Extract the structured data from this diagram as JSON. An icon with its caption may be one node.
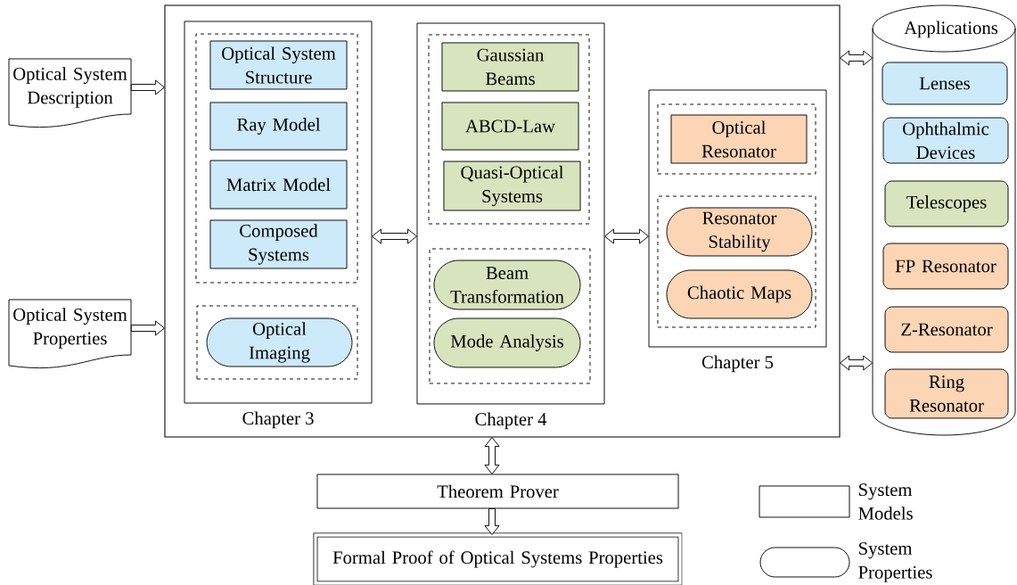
{
  "diagram": {
    "nodes": [
      {
        "text": [
          "Optical System Description"
        ]
      },
      {
        "text": [
          "Optical System Properties"
        ]
      },
      {
        "text": [],
        "shape": "box"
      },
      {
        "text": [
          "Chapter 3"
        ],
        "in": 2
      },
      {
        "text": [],
        "shape": "box",
        "in": 3
      },
      {
        "text": [
          "Optical System Structure"
        ],
        "in": 4
      },
      {
        "text": [
          "Ray Model"
        ],
        "in": 4
      },
      {
        "text": [
          "Matrix Model"
        ],
        "in": 4
      },
      {
        "text": [
          "Composed Systems"
        ],
        "in": 4
      },
      {
        "text": [],
        "shape": "box",
        "in": 3
      },
      {
        "text": [
          "Optical Imaging"
        ],
        "in": 9
      },
      {
        "text": [
          "Chapter 4"
        ],
        "in": 2
      },
      {
        "text": [],
        "shape": "box",
        "in": 11
      },
      {
        "text": [
          "Gaussian Beams"
        ],
        "in": 12
      },
      {
        "text": [
          "ABCD-Law"
        ],
        "in": 12
      },
      {
        "text": [
          "Quasi-Optical Systems"
        ],
        "in": 12
      },
      {
        "text": [],
        "shape": "box",
        "in": 11
      },
      {
        "text": [
          "Beam Transformation"
        ],
        "in": 16
      },
      {
        "text": [
          "Mode Analysis"
        ],
        "in": 16
      },
      {
        "text": [
          "Chapter 5"
        ],
        "in": 2
      },
      {
        "text": [],
        "shape": "box",
        "in": 19
      },
      {
        "text": [
          "Optical Resonator"
        ],
        "in": 20
      },
      {
        "text": [],
        "shape": "box",
        "in": 19
      },
      {
        "text": [
          "Resonator Stability"
        ],
        "in": 22
      },
      {
        "text": [
          "Chaotic Maps"
        ],
        "in": 22
      },
      {
        "text": [
          "Applications"
        ]
      },
      {
        "text": [
          "Lenses"
        ],
        "in": 25
      },
      {
        "text": [
          "Ophthalmic Devices"
        ],
        "in": 25
      },
      {
        "text": [
          "Telescopes"
        ],
        "in": 25
      },
      {
        "text": [
          "FP Resonator"
        ],
        "in": 25
      },
      {
        "text": [
          "Z-Resonator"
        ],
        "in": 25
      },
      {
        "text": [
          "Ring Resonator"
        ],
        "in": 25
      },
      {
        "text": [
          "Theorem Prover"
        ]
      },
      {
        "text": [
          "Formal Proof of Optical Systems Properties"
        ]
      }
    ],
    "edges": [
      {
        "from": 0,
        "to": 2,
        "arrow": "to"
      },
      {
        "from": 1,
        "to": 2,
        "arrow": "to"
      },
      {
        "from": 3,
        "to": 11,
        "arrow": "both"
      },
      {
        "from": 11,
        "to": 19,
        "arrow": "both"
      },
      {
        "from": 2,
        "to": 25,
        "arrow": "both"
      },
      {
        "from": 2,
        "to": 25,
        "arrow": "both"
      },
      {
        "from": 2,
        "to": 32,
        "arrow": "both"
      },
      {
        "from": 32,
        "to": 33,
        "arrow": "to"
      }
    ],
    "legend": [
      {
        "text": "System Models"
      },
      {
        "text": "System Properties"
      }
    ]
  }
}
